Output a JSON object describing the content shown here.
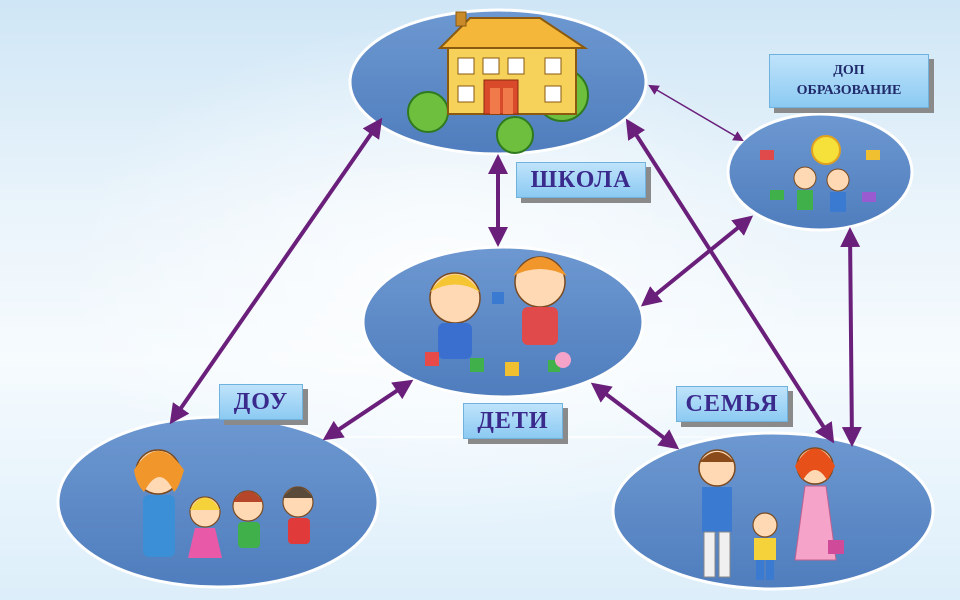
{
  "labels": {
    "school": "ШКОЛА",
    "kindergarten": "ДОУ",
    "children": "ДЕТИ",
    "family": "СЕМЬЯ",
    "extra_line1": "ДОП",
    "extra_line2": "ОБРАЗОВАНИЕ"
  },
  "colors": {
    "ellipse_fill": "#5a87c4",
    "arrow": "#6a1f7a",
    "label_text": "#3a2a8c"
  }
}
